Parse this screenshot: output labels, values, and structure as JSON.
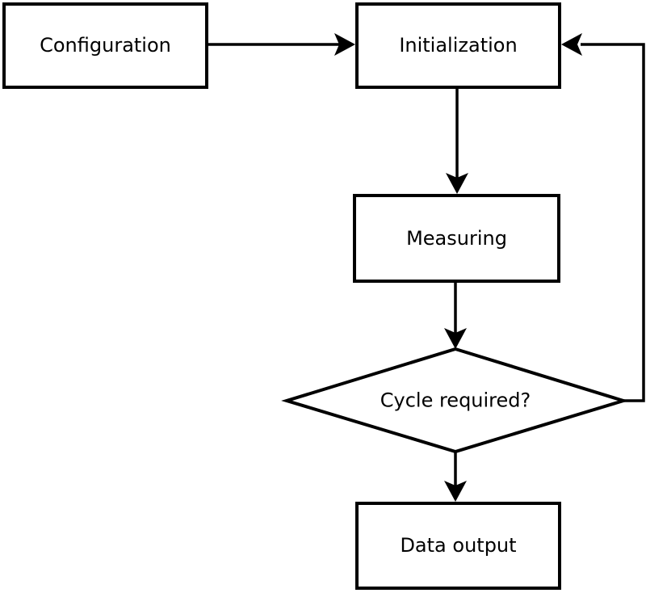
{
  "colors": {
    "line": "#000000",
    "shape_fill": "#ffffff",
    "text": "#000000",
    "background": "#ffffff"
  },
  "diagram": {
    "type": "flowchart",
    "nodes": {
      "configuration": {
        "label": "Configuration",
        "shape": "rectangle"
      },
      "initialization": {
        "label": "Initialization",
        "shape": "rectangle"
      },
      "measuring": {
        "label": "Measuring",
        "shape": "rectangle"
      },
      "cycle_required": {
        "label": "Cycle required?",
        "shape": "diamond"
      },
      "data_output": {
        "label": "Data output",
        "shape": "rectangle"
      }
    },
    "edges": [
      {
        "from": "configuration",
        "to": "initialization",
        "direction": "right"
      },
      {
        "from": "initialization",
        "to": "measuring",
        "direction": "down"
      },
      {
        "from": "measuring",
        "to": "cycle_required",
        "direction": "down"
      },
      {
        "from": "cycle_required",
        "to": "data_output",
        "direction": "down"
      },
      {
        "from": "cycle_required",
        "to": "initialization",
        "direction": "loop-right-up"
      }
    ]
  }
}
